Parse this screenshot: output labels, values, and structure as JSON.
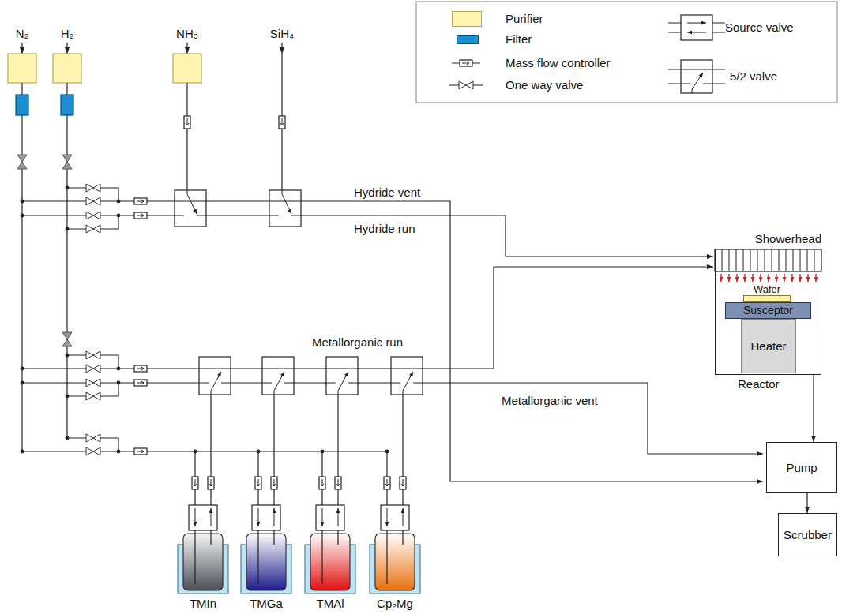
{
  "diagram": {
    "nodes": [
      {
        "text": [
          "Showerhead"
        ]
      },
      {
        "text": [
          "Reactor"
        ]
      },
      {
        "text": [
          "Wafer"
        ],
        "in": 1
      },
      {
        "text": [
          "Susceptor"
        ],
        "in": 1
      },
      {
        "text": [
          "Heater"
        ],
        "in": 1
      },
      {
        "text": [
          "Pump"
        ]
      },
      {
        "text": [
          "Scrubber"
        ]
      }
    ],
    "edges": [
      {
        "from": 1,
        "to": 5,
        "arrow": "to"
      },
      {
        "from": 5,
        "to": 6,
        "arrow": "to"
      }
    ],
    "labels": [
      "N₂",
      "H₂",
      "NH₃",
      "SiH₄",
      "Hydride vent",
      "Hydride run",
      "Metallorganic run",
      "Metallorganic vent",
      "TMIn",
      "TMGa",
      "TMAl",
      "Cp₂Mg"
    ],
    "legend": [
      {
        "text": "Purifier",
        "color": "#fff5b1"
      },
      {
        "text": "Filter",
        "color": "#1b8fd2"
      },
      {
        "text": "Mass flow controller"
      },
      {
        "text": "One way valve"
      },
      {
        "text": "Source valve"
      },
      {
        "text": "5/2 valve"
      }
    ]
  }
}
